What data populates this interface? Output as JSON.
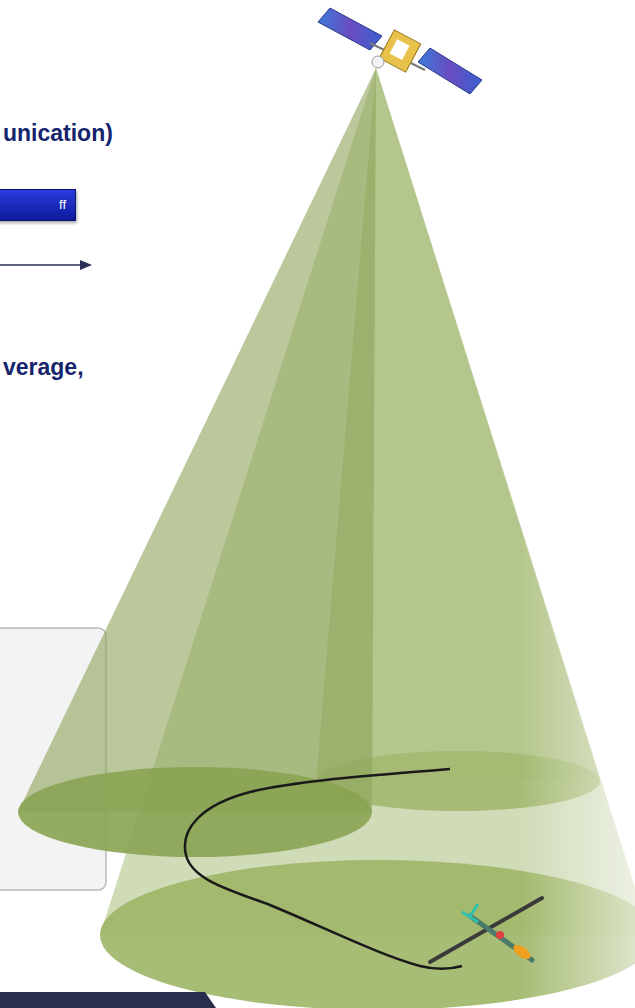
{
  "diagram": {
    "nodes": [
      {
        "text": [
          "ff"
        ]
      }
    ],
    "labels": [
      "unication)",
      "verage,"
    ]
  }
}
